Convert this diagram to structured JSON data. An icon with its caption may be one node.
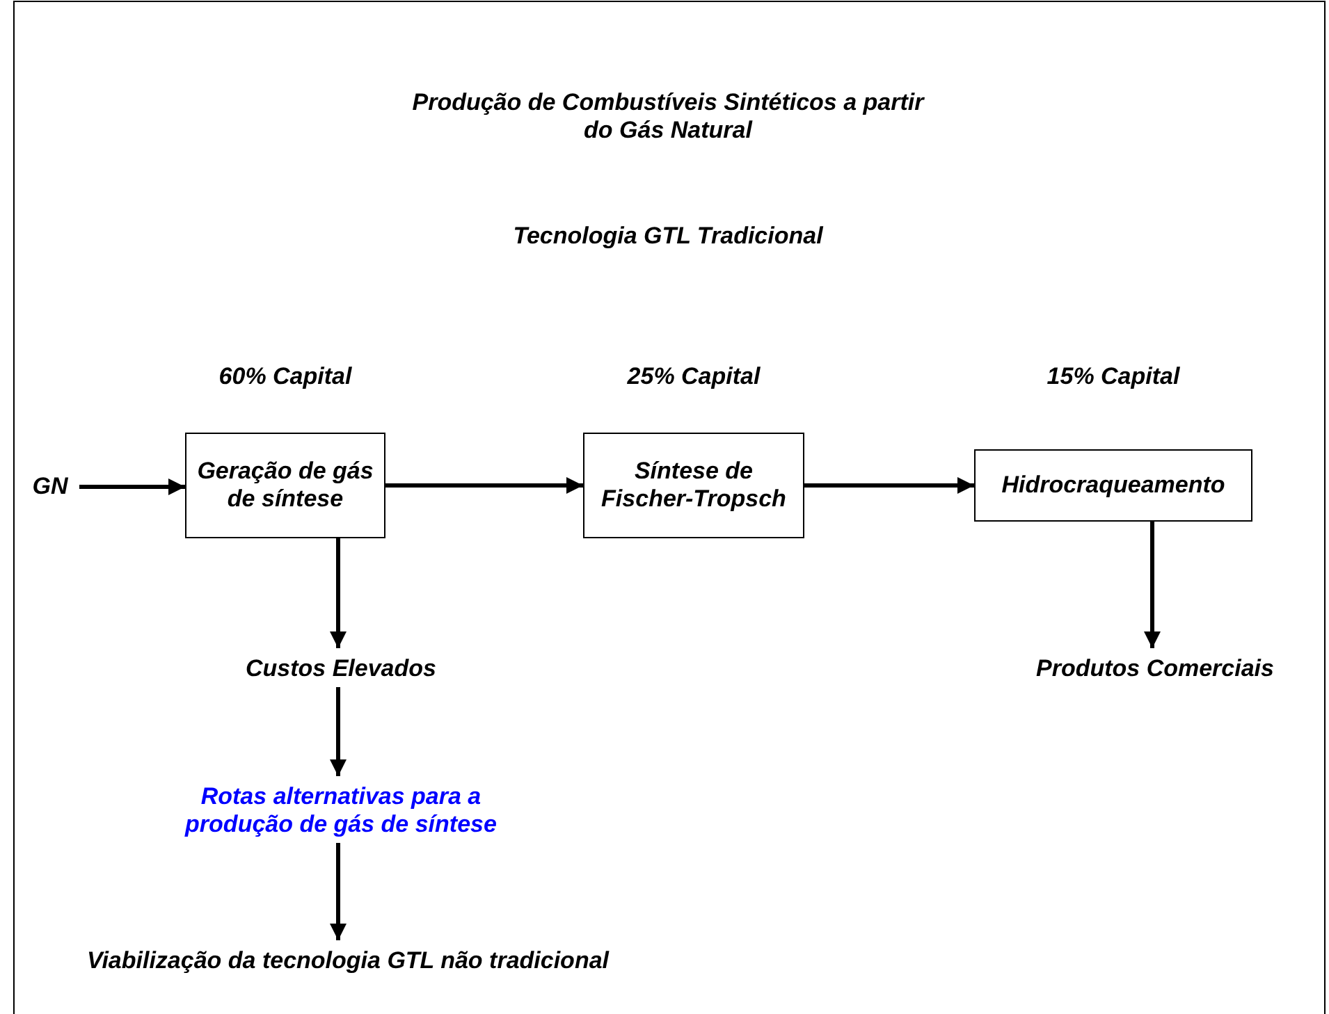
{
  "diagram": {
    "title": "Produção de Combustíveis Sintéticos a partir do Gás Natural",
    "nodes": [
      {
        "text": [
          "GN"
        ]
      },
      {
        "text": [
          "Geração de gás de síntese"
        ],
        "beside": [
          "60% Capital"
        ]
      },
      {
        "text": [
          "Síntese de Fischer-Tropsch"
        ],
        "beside": [
          "25% Capital"
        ]
      },
      {
        "text": [
          "Hidrocraqueamento"
        ],
        "beside": [
          "15% Capital"
        ]
      },
      {
        "text": [
          "Custos Elevados"
        ]
      },
      {
        "text": [
          "Rotas alternativas para a produção de gás de síntese"
        ]
      },
      {
        "text": [
          "Produtos Comerciais"
        ]
      },
      {
        "text": [
          "Viabilização da tecnologia GTL não tradicional"
        ]
      }
    ],
    "edges": [
      {
        "from": 0,
        "to": 1,
        "arrow": "to"
      },
      {
        "from": 1,
        "to": 2,
        "arrow": "to"
      },
      {
        "from": 2,
        "to": 3,
        "arrow": "to"
      },
      {
        "from": 1,
        "to": 4,
        "arrow": "to"
      },
      {
        "from": 4,
        "to": 5,
        "arrow": "to"
      },
      {
        "from": 5,
        "to": 7,
        "arrow": "to"
      },
      {
        "from": 3,
        "to": 6,
        "arrow": "to"
      }
    ],
    "labels": [
      "Tecnologia GTL Tradicional"
    ]
  }
}
